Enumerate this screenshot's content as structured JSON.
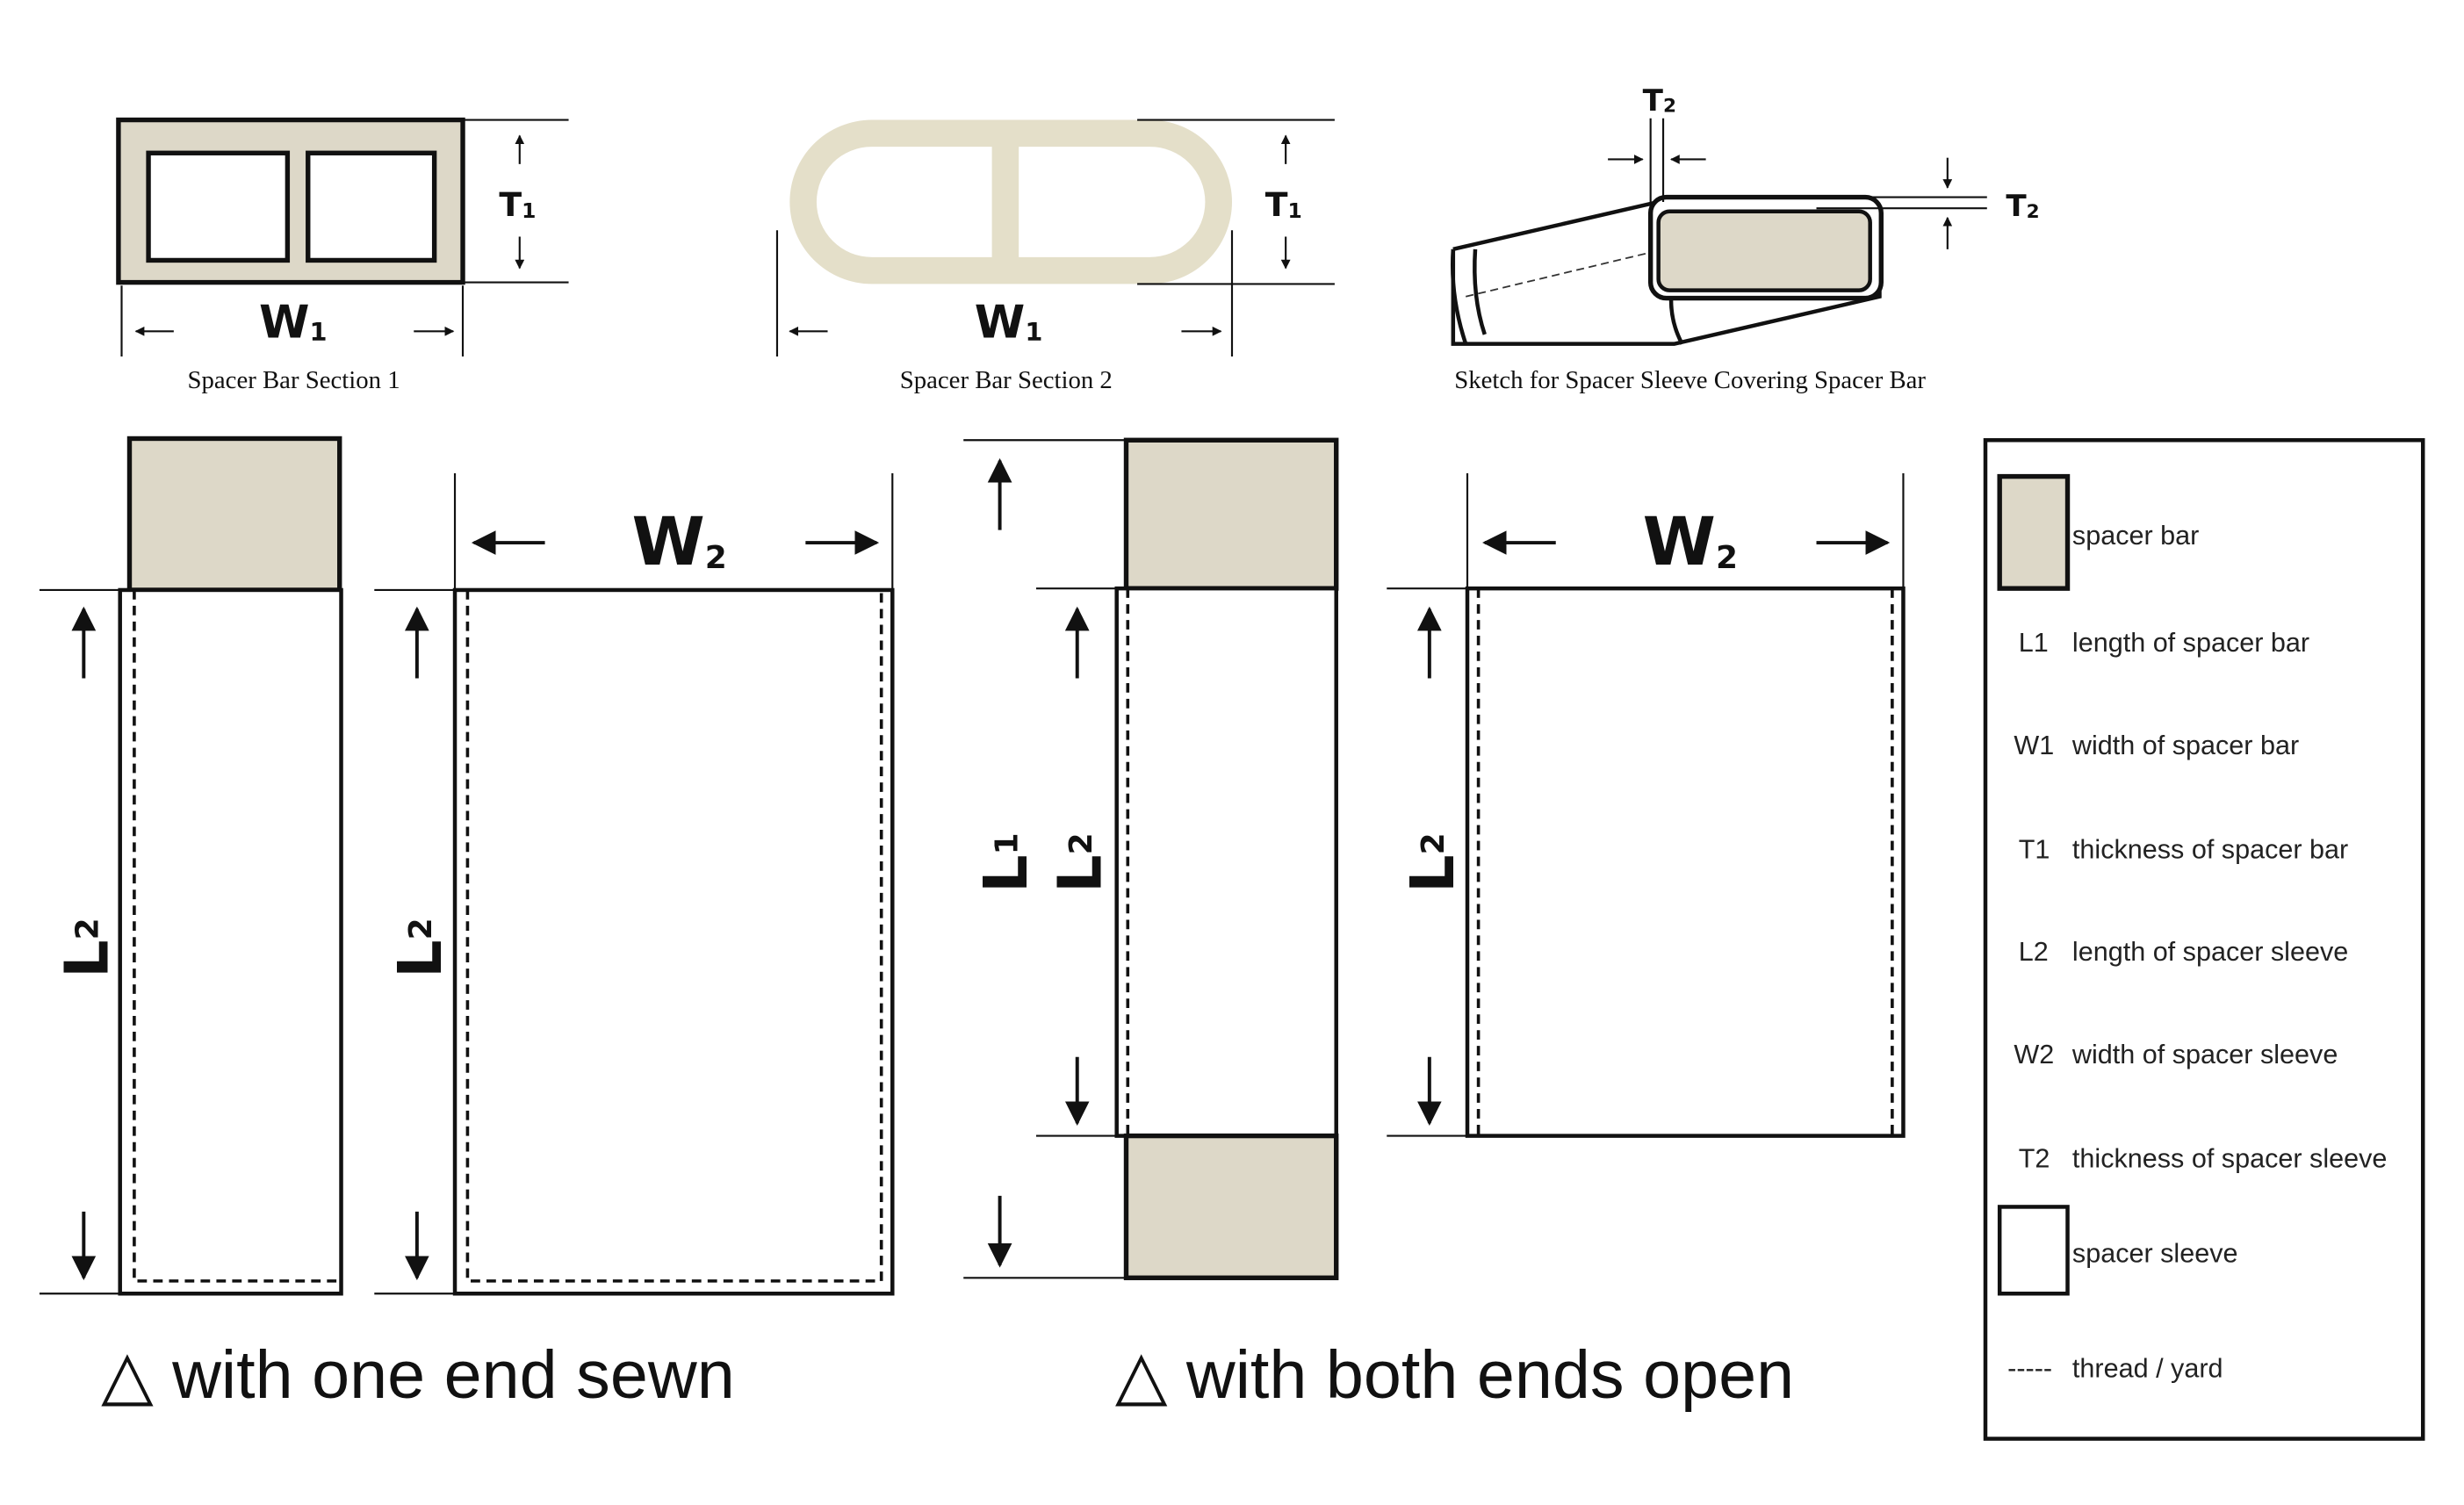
{
  "sections": {
    "section1": {
      "caption": "Spacer Bar Section 1",
      "width_symbol": "W",
      "width_sub": "1",
      "thickness_symbol": "T",
      "thickness_sub": "1"
    },
    "section2": {
      "caption": "Spacer Bar Section 2",
      "width_symbol": "W",
      "width_sub": "1",
      "thickness_symbol": "T",
      "thickness_sub": "1"
    },
    "sketch": {
      "caption": "Sketch for Spacer Sleeve Covering Spacer Bar",
      "top_symbol": "T",
      "top_sub": "2",
      "side_symbol": "T",
      "side_sub": "2"
    }
  },
  "diagrams": {
    "one_end_sewn": {
      "caption": "△ with one end sewn",
      "l2_main": "L",
      "l2_sub": "2",
      "w2_main": "W",
      "w2_sub": "2"
    },
    "both_ends_open": {
      "caption": "△ with both ends open",
      "l1_main": "L",
      "l1_sub": "1",
      "l2_main": "L",
      "l2_sub": "2",
      "w2_main": "W",
      "w2_sub": "2"
    }
  },
  "legend": {
    "spacer_bar": "spacer bar",
    "rows": [
      {
        "code": "L1",
        "text": "length of spacer bar"
      },
      {
        "code": "W1",
        "text": "width of spacer bar"
      },
      {
        "code": "T1",
        "text": "thickness of spacer bar"
      },
      {
        "code": "L2",
        "text": "length of spacer sleeve"
      },
      {
        "code": "W2",
        "text": "width of spacer sleeve"
      },
      {
        "code": "T2",
        "text": "thickness of spacer sleeve"
      }
    ],
    "spacer_sleeve": "spacer sleeve",
    "thread_symbol": "-----",
    "thread_text": "thread / yard"
  },
  "colors": {
    "spacer_bar_fill": "#ddd8c8",
    "spacer_bar_section2_fill": "#e4dfc9",
    "line": "#111111",
    "background": "#ffffff"
  }
}
